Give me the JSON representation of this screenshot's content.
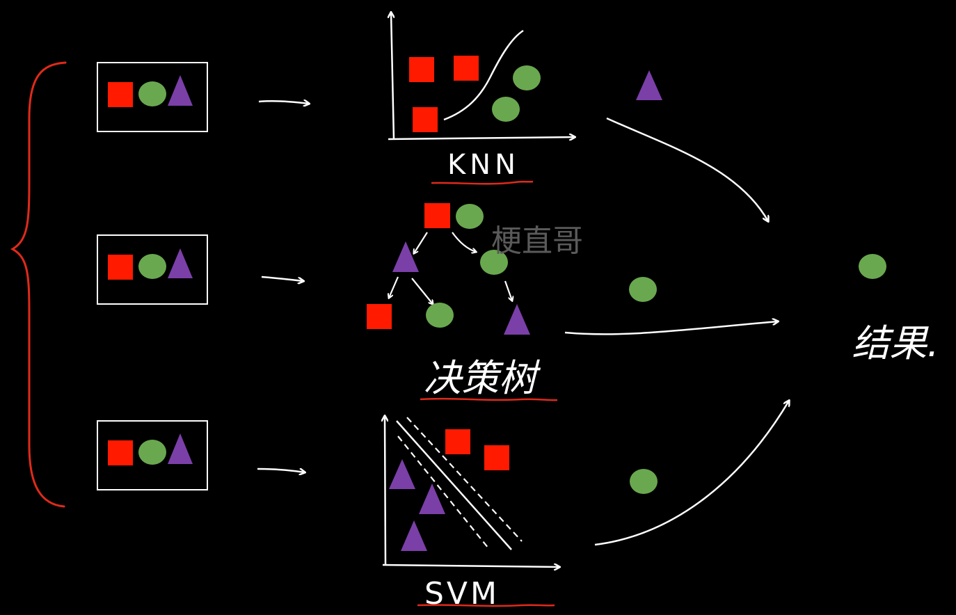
{
  "colors": {
    "background": "#000000",
    "square": "#ff1a00",
    "circle": "#6aa84f",
    "triangle": "#7b3fa8",
    "stroke": "#ffffff",
    "brace": "#e02a1a",
    "underline": "#e02a1a",
    "watermark": "#5a5a5a"
  },
  "models": {
    "knn_label": "KNN",
    "tree_label": "决策树",
    "svm_label": "SVM"
  },
  "result_label": "结果.",
  "watermark": "梗直哥",
  "icons": [
    "square-icon",
    "circle-icon",
    "triangle-icon"
  ]
}
